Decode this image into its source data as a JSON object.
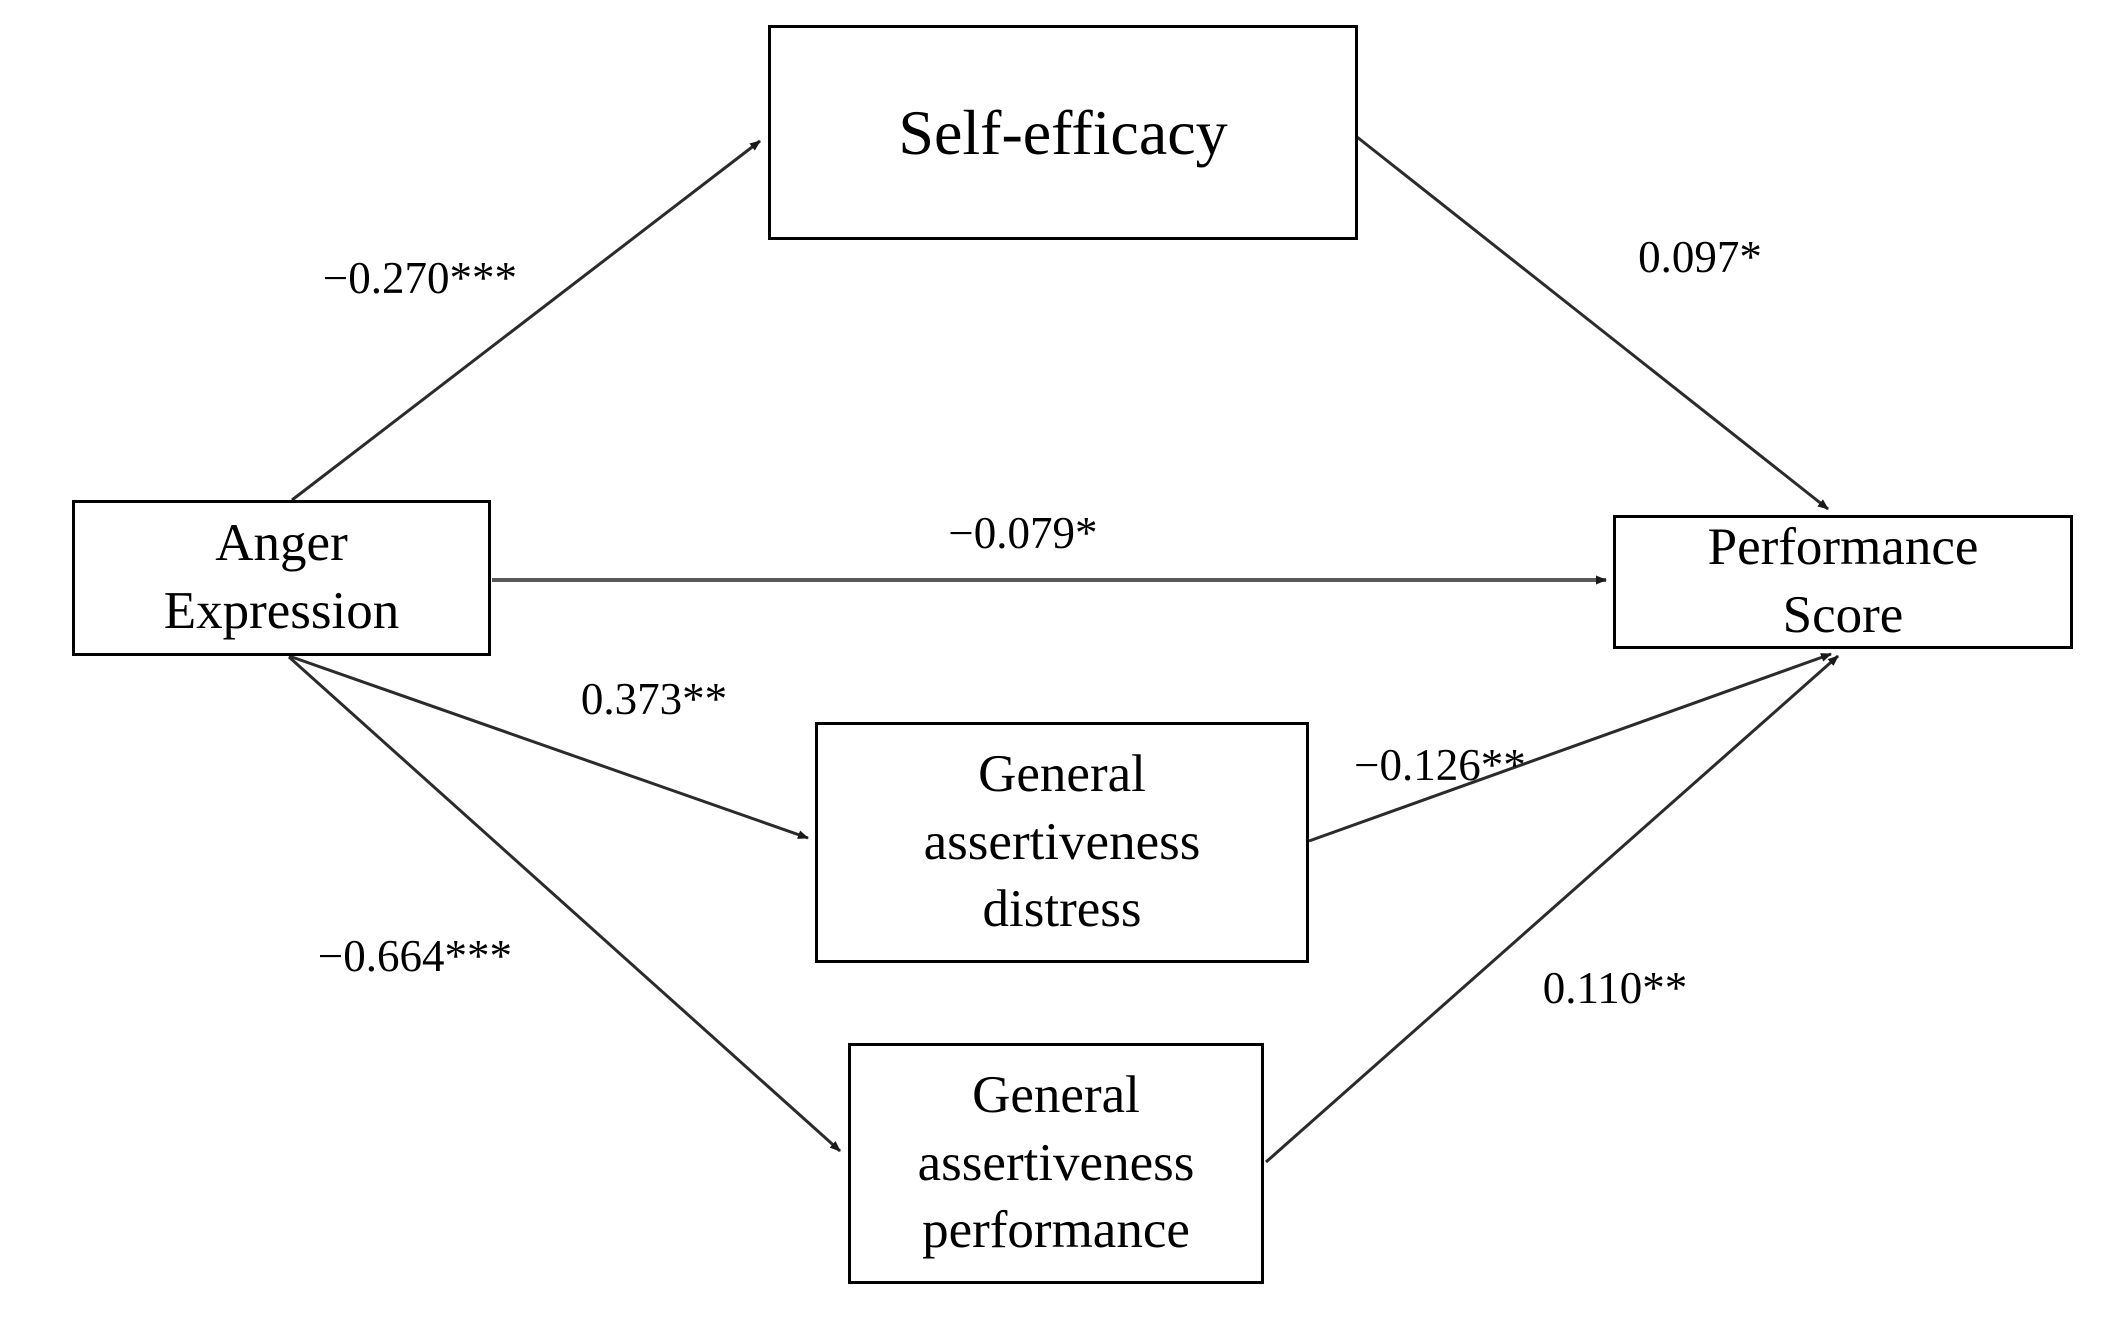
{
  "figure": {
    "kind": "mediation-path-diagram",
    "background": "#ffffff"
  },
  "colors": {
    "box_border": "#000000",
    "text": "#000000",
    "arrow": "#2b2b2b",
    "direct_path_arrow": "#595959"
  },
  "nodes": {
    "self_efficacy": {
      "lines": [
        "Self-efficacy"
      ]
    },
    "anger_expression": {
      "lines": [
        "Anger",
        "Expression"
      ]
    },
    "performance_score": {
      "lines": [
        "Performance",
        "Score"
      ]
    },
    "general_assertiveness_distress": {
      "lines": [
        "General",
        "assertiveness",
        "distress"
      ]
    },
    "general_assertiveness_performance": {
      "lines": [
        "General",
        "assertiveness",
        "performance"
      ]
    }
  },
  "edges": [
    {
      "from": "anger_expression",
      "to": "self_efficacy",
      "coefficient": "−0.270***"
    },
    {
      "from": "self_efficacy",
      "to": "performance_score",
      "coefficient": "0.097*"
    },
    {
      "from": "anger_expression",
      "to": "performance_score",
      "coefficient": "−0.079*"
    },
    {
      "from": "anger_expression",
      "to": "general_assertiveness_distress",
      "coefficient": "0.373**"
    },
    {
      "from": "general_assertiveness_distress",
      "to": "performance_score",
      "coefficient": "−0.126**"
    },
    {
      "from": "anger_expression",
      "to": "general_assertiveness_performance",
      "coefficient": "−0.664***"
    },
    {
      "from": "general_assertiveness_performance",
      "to": "performance_score",
      "coefficient": "0.110**"
    }
  ]
}
